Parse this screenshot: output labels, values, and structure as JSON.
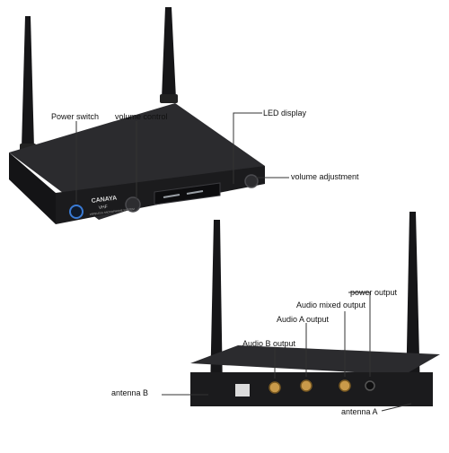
{
  "labels": {
    "power_switch": "Power switch",
    "volume_control": "volume control",
    "led_display": "LED display",
    "volume_adjustment": "volume adjustment",
    "power_output": "power output",
    "audio_mixed_output": "Audio mixed output",
    "audio_a_output": "Audio A output",
    "audio_b_output": "Audio B output",
    "antenna_b": "antenna B",
    "antenna_a": "antenna A"
  },
  "front_panel": {
    "brand": "CANAYA",
    "band": "VHF",
    "subtitle": "WIRELESS MICROPHONE SYSTEM"
  },
  "colors": {
    "device_body": "#1b1b1d",
    "device_top": "#2b2b2e",
    "callout_line": "#333333",
    "gold_connector": "#c99a4a",
    "power_ring_blue": "#3a7bd5",
    "led_panel": "#0d0d0f"
  }
}
